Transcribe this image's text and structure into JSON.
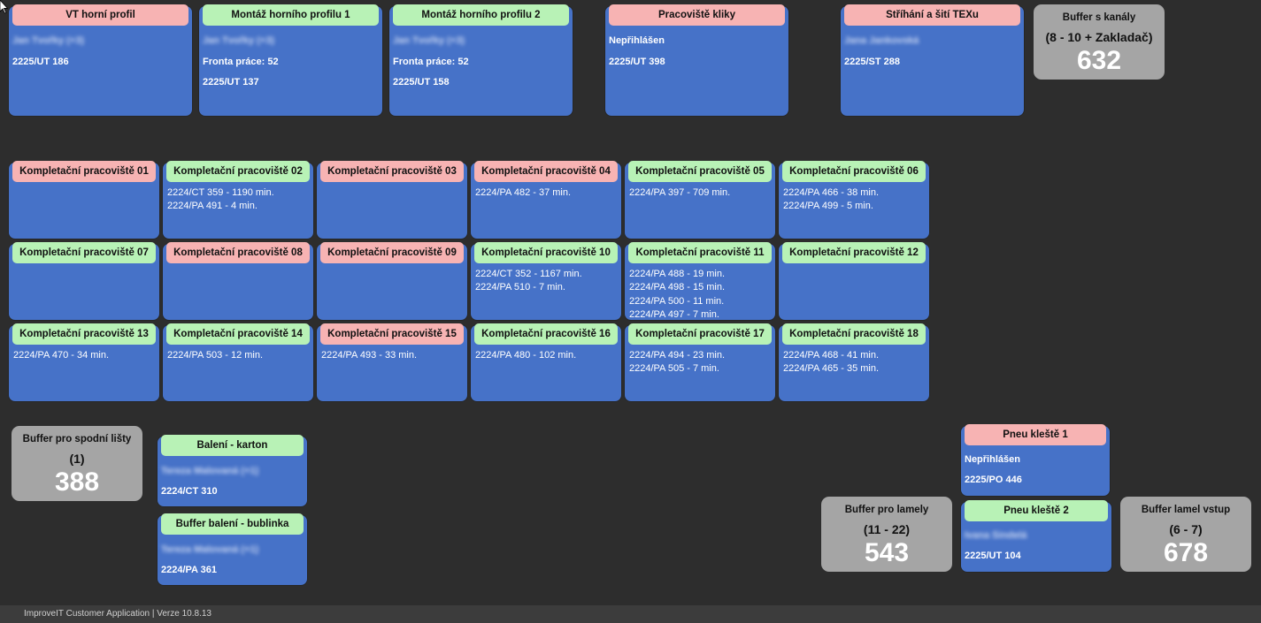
{
  "top": {
    "vt": {
      "title": "VT horní profil",
      "user": "Jan Tvořky (+3)",
      "order": "2225/UT 186"
    },
    "montaz1": {
      "title": "Montáž horního profilu 1",
      "user": "Jan Tvořky (+3)",
      "queue": "Fronta práce: 52",
      "order": "2225/UT 137"
    },
    "montaz2": {
      "title": "Montáž horního profilu 2",
      "user": "Jan Tvořky (+3)",
      "queue": "Fronta práce: 52",
      "order": "2225/UT 158"
    },
    "kliky": {
      "title": "Pracoviště kliky",
      "status": "Nepřihlášen",
      "order": "2225/UT 398"
    },
    "strihani": {
      "title": "Stříhání a šití TEXu",
      "user": "Jana Jankovská",
      "order": "2225/ST 288"
    }
  },
  "buffers": {
    "kanaly": {
      "title": "Buffer s kanály",
      "subtitle": "(8 - 10 + Zakladač)",
      "value": "632"
    },
    "spodni": {
      "title": "Buffer pro spodní lišty",
      "subtitle": "(1)",
      "value": "388"
    },
    "lamely": {
      "title": "Buffer pro lamely",
      "subtitle": "(11 - 22)",
      "value": "543"
    },
    "lamel_vstup": {
      "title": "Buffer lamel vstup",
      "subtitle": "(6 - 7)",
      "value": "678"
    }
  },
  "workstations": [
    {
      "title": "Kompletační pracoviště 01",
      "state": "red",
      "items": []
    },
    {
      "title": "Kompletační pracoviště 02",
      "state": "green",
      "items": [
        "2224/CT 359 - 1190 min.",
        "2224/PA 491 - 4 min."
      ]
    },
    {
      "title": "Kompletační pracoviště 03",
      "state": "red",
      "items": []
    },
    {
      "title": "Kompletační pracoviště 04",
      "state": "red",
      "items": [
        "2224/PA 482 - 37 min."
      ]
    },
    {
      "title": "Kompletační pracoviště 05",
      "state": "green",
      "items": [
        "2224/PA 397 - 709 min."
      ]
    },
    {
      "title": "Kompletační pracoviště 06",
      "state": "green",
      "items": [
        "2224/PA 466 - 38 min.",
        "2224/PA 499 - 5 min."
      ]
    },
    {
      "title": "Kompletační pracoviště 07",
      "state": "green",
      "items": []
    },
    {
      "title": "Kompletační pracoviště 08",
      "state": "red",
      "items": []
    },
    {
      "title": "Kompletační pracoviště 09",
      "state": "red",
      "items": []
    },
    {
      "title": "Kompletační pracoviště 10",
      "state": "green",
      "items": [
        "2224/CT 352 - 1167 min.",
        "2224/PA 510 - 7 min."
      ]
    },
    {
      "title": "Kompletační pracoviště 11",
      "state": "green",
      "items": [
        "2224/PA 488 - 19 min.",
        "2224/PA 498 - 15 min.",
        "2224/PA 500 - 11 min.",
        "2224/PA 497 - 7 min."
      ]
    },
    {
      "title": "Kompletační pracoviště 12",
      "state": "green",
      "items": []
    },
    {
      "title": "Kompletační pracoviště 13",
      "state": "green",
      "items": [
        "2224/PA 470 - 34 min."
      ]
    },
    {
      "title": "Kompletační pracoviště 14",
      "state": "green",
      "items": [
        "2224/PA 503 - 12 min."
      ]
    },
    {
      "title": "Kompletační pracoviště 15",
      "state": "red",
      "items": [
        "2224/PA 493 - 33 min."
      ]
    },
    {
      "title": "Kompletační pracoviště 16",
      "state": "green",
      "items": [
        "2224/PA 480 - 102 min."
      ]
    },
    {
      "title": "Kompletační pracoviště 17",
      "state": "green",
      "items": [
        "2224/PA 494 - 23 min.",
        "2224/PA 505 - 7 min."
      ]
    },
    {
      "title": "Kompletační pracoviště 18",
      "state": "green",
      "items": [
        "2224/PA 468 - 41 min.",
        "2224/PA 465 - 35 min."
      ]
    }
  ],
  "bottom": {
    "baleni_karton": {
      "title": "Balení - karton",
      "user": "Tereza Malovaná (+1)",
      "order": "2224/CT 310"
    },
    "baleni_bublinka": {
      "title": "Buffer balení - bublinka",
      "user": "Tereza Malovaná (+1)",
      "order": "2224/PA 361"
    },
    "pneu1": {
      "title": "Pneu kleště 1",
      "status": "Nepřihlášen",
      "order": "2225/PO 446"
    },
    "pneu2": {
      "title": "Pneu kleště 2",
      "user": "Ivana Šindelá",
      "order": "2225/UT 104"
    }
  },
  "statusbar": {
    "text": "ImproveIT Customer Application | Verze 10.8.13"
  },
  "colors": {
    "background": "#2d2d2d",
    "card": "#4672c8",
    "header_ok": "#b8f2b6",
    "header_alert": "#f7b3b3",
    "buffer": "#a5a5a5"
  },
  "icons": {
    "cursor": "mouse-pointer-icon"
  }
}
